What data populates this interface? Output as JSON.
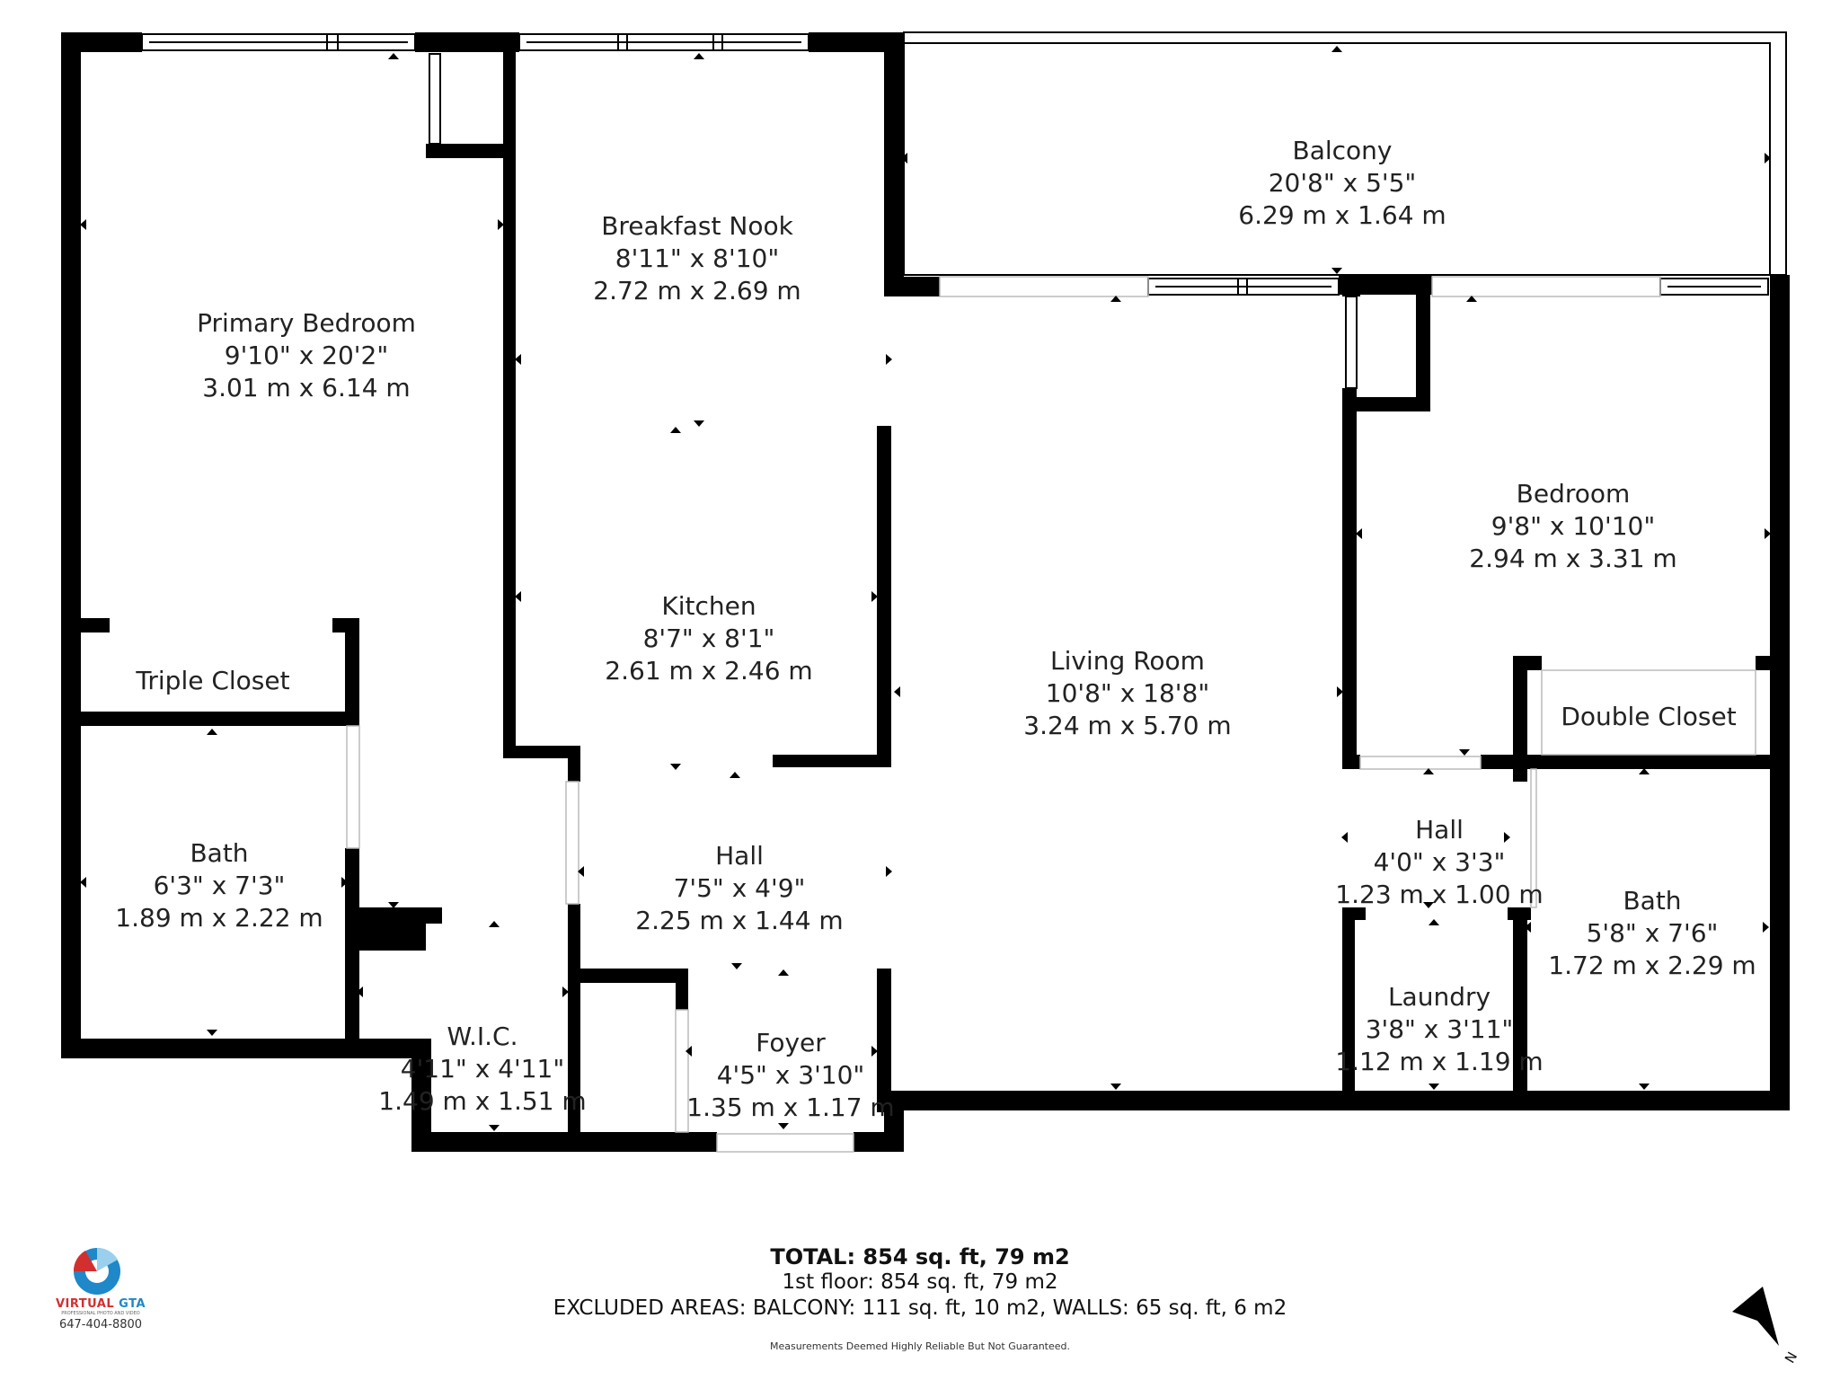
{
  "rooms": [
    {
      "id": "primary-bedroom",
      "name": "Primary Bedroom",
      "imperial": "9'10\" x 20'2\"",
      "metric": "3.01 m x 6.14 m"
    },
    {
      "id": "breakfast-nook",
      "name": "Breakfast Nook",
      "imperial": "8'11\" x 8'10\"",
      "metric": "2.72 m x 2.69 m"
    },
    {
      "id": "balcony",
      "name": "Balcony",
      "imperial": "20'8\" x 5'5\"",
      "metric": "6.29 m x 1.64 m"
    },
    {
      "id": "bedroom",
      "name": "Bedroom",
      "imperial": "9'8\" x 10'10\"",
      "metric": "2.94 m x 3.31 m"
    },
    {
      "id": "kitchen",
      "name": "Kitchen",
      "imperial": "8'7\" x 8'1\"",
      "metric": "2.61 m x 2.46 m"
    },
    {
      "id": "living-room",
      "name": "Living Room",
      "imperial": "10'8\" x 18'8\"",
      "metric": "3.24 m x 5.70 m"
    },
    {
      "id": "triple-closet",
      "name": "Triple Closet"
    },
    {
      "id": "double-closet",
      "name": "Double Closet"
    },
    {
      "id": "bath-left",
      "name": "Bath",
      "imperial": "6'3\" x 7'3\"",
      "metric": "1.89 m x 2.22 m"
    },
    {
      "id": "hall-center",
      "name": "Hall",
      "imperial": "7'5\" x 4'9\"",
      "metric": "2.25 m x 1.44 m"
    },
    {
      "id": "hall-right",
      "name": "Hall",
      "imperial": "4'0\" x 3'3\"",
      "metric": "1.23 m x 1.00 m"
    },
    {
      "id": "bath-right",
      "name": "Bath",
      "imperial": "5'8\" x 7'6\"",
      "metric": "1.72 m x 2.29 m"
    },
    {
      "id": "wic",
      "name": "W.I.C.",
      "imperial": "4'11\" x 4'11\"",
      "metric": "1.49 m x 1.51 m"
    },
    {
      "id": "foyer",
      "name": "Foyer",
      "imperial": "4'5\" x 3'10\"",
      "metric": "1.35 m x 1.17 m"
    },
    {
      "id": "laundry",
      "name": "Laundry",
      "imperial": "3'8\" x 3'11\"",
      "metric": "1.12 m x 1.19 m"
    }
  ],
  "footer": {
    "total": "TOTAL: 854 sq. ft, 79 m2",
    "floor": "1st floor: 854 sq. ft, 79 m2",
    "excluded": "EXCLUDED AREAS: BALCONY: 111 sq. ft, 10 m2, WALLS: 65 sq. ft, 6 m2",
    "disclaimer": "Measurements Deemed Highly Reliable But Not Guaranteed."
  },
  "logo": {
    "brand_1": "VIRTUAL",
    "brand_2": "GTA",
    "tagline": "PROFESSIONAL PHOTO AND VIDEO",
    "phone": "647-404-8800"
  },
  "compass_label": "N",
  "colors": {
    "wall": "#000000",
    "background": "#ffffff",
    "logo_blue": "#1e88c8",
    "logo_red": "#d32f2f"
  }
}
